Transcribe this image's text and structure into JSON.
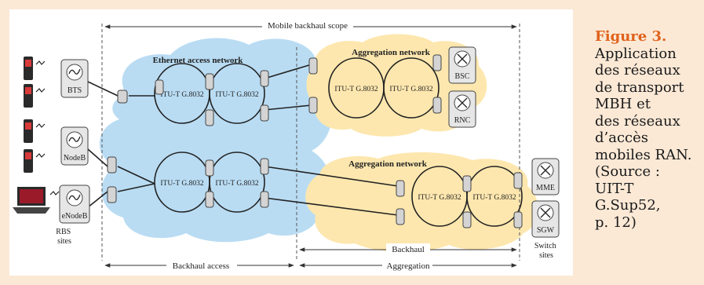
{
  "diagram": {
    "scope_label": "Mobile backhaul scope",
    "eth_cloud_title": "Ethernet access network",
    "agg_cloud_top_title": "Aggregation network",
    "agg_cloud_bottom_title": "Aggregation network",
    "ring_label": "ITU-T G.8032",
    "nodes": {
      "bts": "BTS",
      "nodeb": "NodeB",
      "enodeb": "eNodeB",
      "bsc": "BSC",
      "rnc": "RNC",
      "mme": "MME",
      "sgw": "SGW"
    },
    "sites": {
      "rbs": "RBS\nsites",
      "switch": "Switch\nsites"
    },
    "spans": {
      "backhaul_access": "Backhaul access",
      "backhaul": "Backhaul",
      "aggregation": "Aggregation"
    }
  },
  "caption": {
    "title": "Figure 3.",
    "text": "Application\ndes réseaux\nde transport\nMBH et\ndes réseaux\nd’accès\nmobiles RAN.\n(Source :\nUIT-T\nG.Sup52,\np. 12)"
  }
}
